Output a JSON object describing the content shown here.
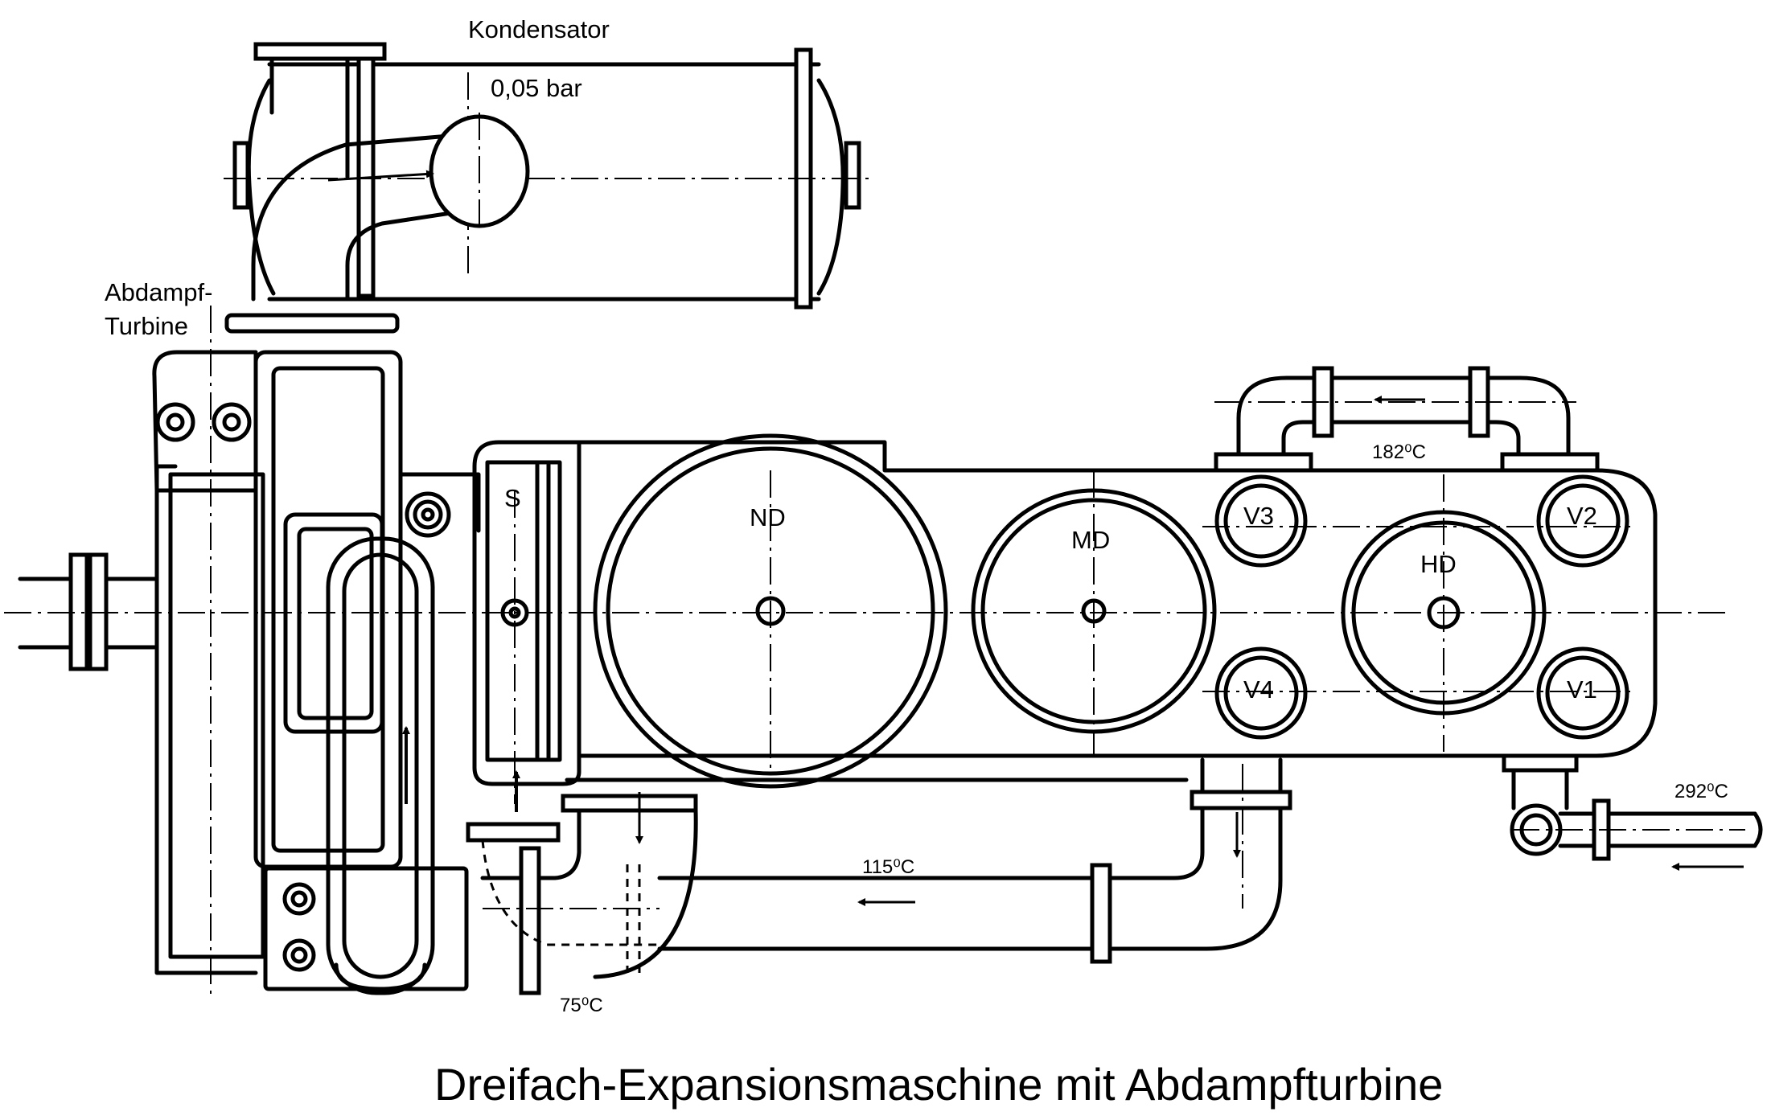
{
  "labels": {
    "condenser": "Kondensator",
    "condenser_pressure": "0,05 bar",
    "turbine_line1": "Abdampf-",
    "turbine_line2": "Turbine",
    "slide_valve": "S",
    "low_pressure": "ND",
    "medium_pressure": "MD",
    "high_pressure": "HD",
    "valve_1": "V1",
    "valve_2": "V2",
    "valve_3": "V3",
    "valve_4": "V4",
    "temp_inlet": "292⁰C",
    "temp_hd_md": "182⁰C",
    "temp_nd_exhaust": "115⁰C",
    "temp_turbine_feed": "75⁰C"
  },
  "caption": "Dreifach-Expansionsmaschine mit Abdampfturbine",
  "colors": {
    "ink": "#000000",
    "paper": "#ffffff"
  }
}
